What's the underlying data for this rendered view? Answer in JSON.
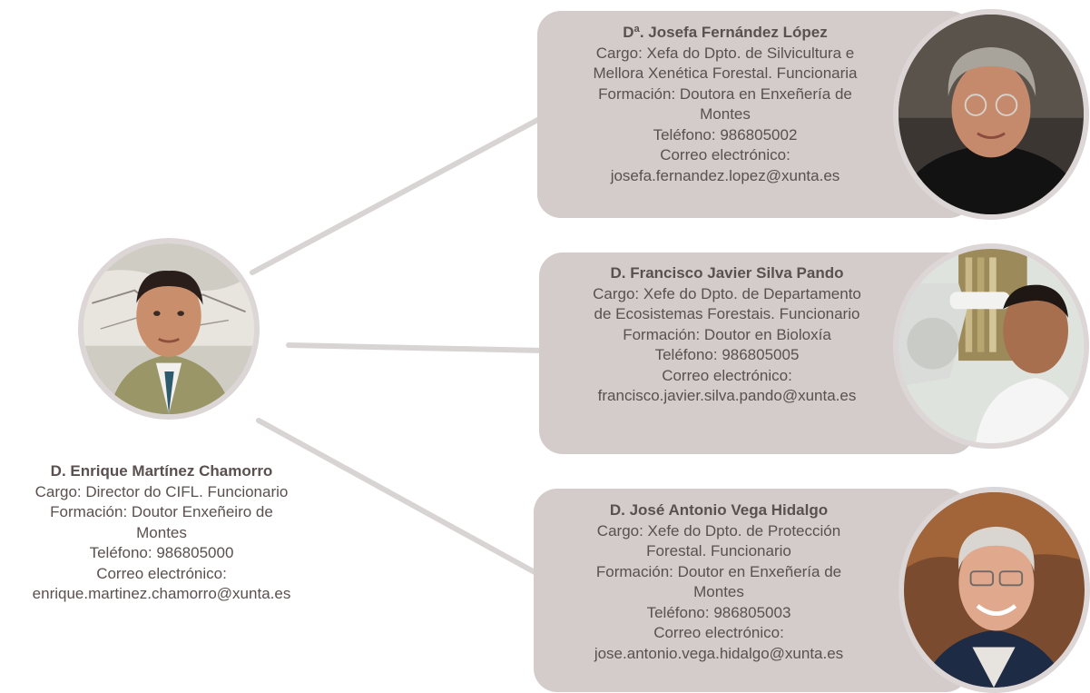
{
  "director": {
    "name": "D. Enrique Martínez Chamorro",
    "cargo": "Cargo: Director do CIFL. Funcionario",
    "formacion_1": "Formación: Doutor Enxeñeiro de",
    "formacion_2": "Montes",
    "telefono": "Teléfono: 986805000",
    "correo_label": "Correo electrónico:",
    "correo": "enrique.martinez.chamorro@xunta.es"
  },
  "staff": [
    {
      "name": "Dª. Josefa Fernández López",
      "cargo_1": "Cargo: Xefa do Dpto. de Silvicultura e",
      "cargo_2": "Mellora Xenética Forestal. Funcionaria",
      "formacion_1": "Formación: Doutora en Enxeñería de",
      "formacion_2": "Montes",
      "telefono": "Teléfono: 986805002",
      "correo_label": "Correo electrónico:",
      "correo": "josefa.fernandez.lopez@xunta.es"
    },
    {
      "name": "D. Francisco Javier Silva Pando",
      "cargo_1": "Cargo: Xefe do Dpto. de Departamento",
      "cargo_2": "de Ecosistemas Forestais. Funcionario",
      "formacion_1": "Formación: Doutor en Bioloxía",
      "telefono": "Teléfono: 986805005",
      "correo_label": "Correo electrónico:",
      "correo": "francisco.javier.silva.pando@xunta.es"
    },
    {
      "name": "D. José Antonio Vega Hidalgo",
      "cargo_1": "Cargo: Xefe do Dpto. de Protección",
      "cargo_2": "Forestal. Funcionario",
      "formacion_1": "Formación: Doutor en Enxeñería de",
      "formacion_2": "Montes",
      "telefono": "Teléfono: 986805003",
      "correo_label": "Correo electrónico:",
      "correo": "jose.antonio.vega.hidalgo@xunta.es"
    }
  ],
  "colors": {
    "card_bg": "#d3cccb",
    "connector": "#d8d4d4",
    "text": "#5a504f"
  }
}
